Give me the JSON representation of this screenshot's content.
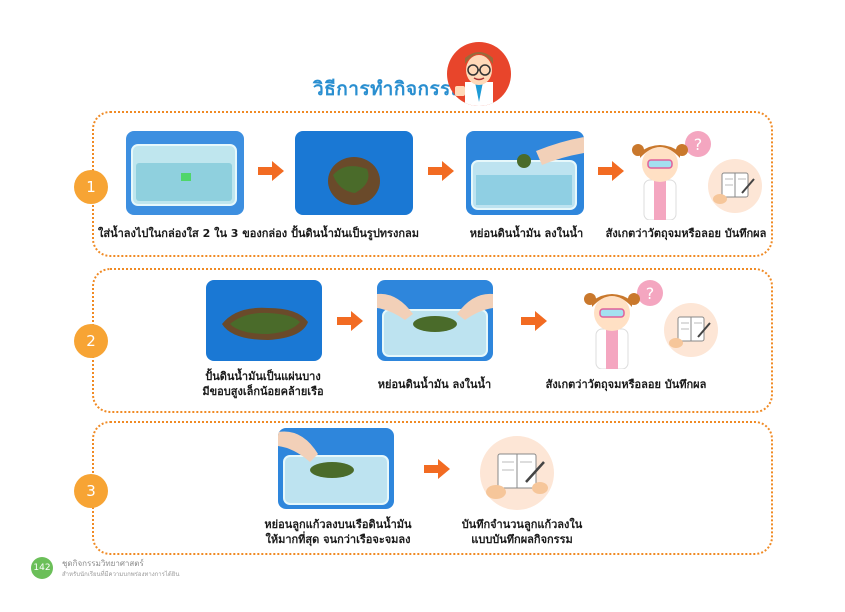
{
  "page": {
    "title": "วิธีการทำกิจกรรม",
    "page_number": "142",
    "footer_line1": "ชุดกิจกรรมวิทยาศาสตร์",
    "footer_line2": "สำหรับนักเรียนที่มีความบกพร่องทางการได้ยิน"
  },
  "rows": [
    {
      "number": "1",
      "steps": [
        {
          "caption": "ใส่น้ำลงไปในกล่องใส 2 ใน 3 ของกล่อง"
        },
        {
          "caption": "ปั้นดินน้ำมันเป็นรูปทรงกลม"
        },
        {
          "caption": "หย่อนดินน้ำมัน ลงในน้ำ"
        },
        {
          "caption": "สังเกตว่าวัตถุจมหรือลอย บันทึกผล"
        }
      ]
    },
    {
      "number": "2",
      "steps": [
        {
          "caption_line1": "ปั้นดินน้ำมันเป็นแผ่นบาง",
          "caption_line2": "มีขอบสูงเล็กน้อยคล้ายเรือ"
        },
        {
          "caption": "หย่อนดินน้ำมัน ลงในน้ำ"
        },
        {
          "caption": "สังเกตว่าวัตถุจมหรือลอย บันทึกผล"
        }
      ]
    },
    {
      "number": "3",
      "steps": [
        {
          "caption_line1": "หย่อนลูกแก้วลงบนเรือดินน้ำมัน",
          "caption_line2": "ให้มากที่สุด จนกว่าเรือจะจมลง"
        },
        {
          "caption_line1": "บันทึกจำนวนลูกแก้วลงใน",
          "caption_line2": "แบบบันทึกผลกิจกรรม"
        }
      ]
    }
  ],
  "colors": {
    "accent_orange": "#f7a434",
    "arrow_orange": "#f26b22",
    "title_blue": "#2a8fd0",
    "photo_blue": "#1a78d4",
    "clay_green": "#4a6b2a"
  },
  "icons": [
    "mascot-scientist-icon",
    "arrow-right-icon",
    "question-bubble-icon",
    "notebook-writing-icon"
  ]
}
